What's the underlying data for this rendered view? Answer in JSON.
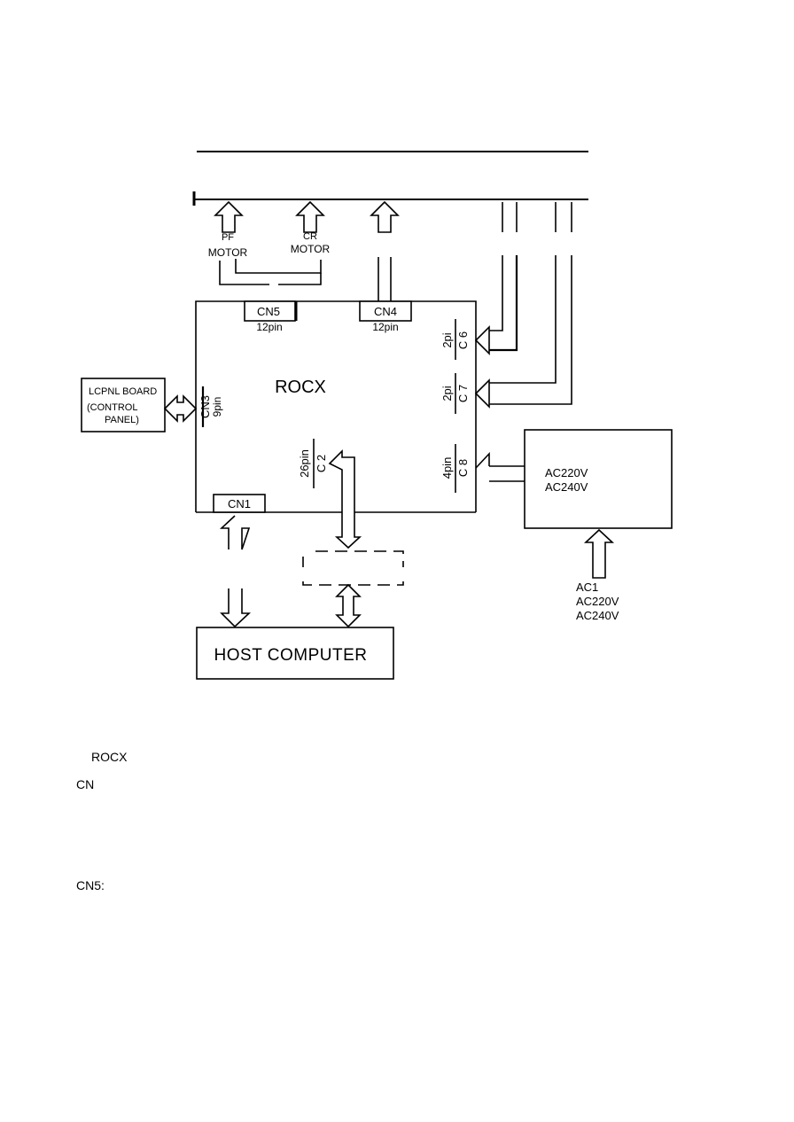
{
  "diagram": {
    "main_board": {
      "label": "ROCX"
    },
    "motors": {
      "pf": {
        "line1": "PF",
        "line2": "MOTOR"
      },
      "cr": {
        "line1": "CR",
        "line2": "MOTOR"
      }
    },
    "connectors": {
      "cn5": {
        "label": "CN5",
        "pins": "12pin"
      },
      "cn4": {
        "label": "CN4",
        "pins": "12pin"
      },
      "cn6": {
        "label": "C 6",
        "pins": "2pi"
      },
      "cn7": {
        "label": "C 7",
        "pins": "2pi"
      },
      "cn8": {
        "label": "C 8",
        "pins": "4pin"
      },
      "cn2": {
        "label": "C 2",
        "pins": "26pin"
      },
      "cn3": {
        "label": "CN3",
        "pins": "9pin"
      },
      "cn1": {
        "label": "CN1"
      }
    },
    "control_panel": {
      "line1": "LCPNL BOARD",
      "line2": "(CONTROL",
      "line3": "PANEL)"
    },
    "power_unit": {
      "line1": "AC220V",
      "line2": "AC240V"
    },
    "ac_input": {
      "line1": "AC1",
      "line2": "AC220V",
      "line3": "AC240V"
    },
    "host": {
      "label": "HOST COMPUTER"
    }
  },
  "footer": {
    "item1": "ROCX",
    "item2": "CN",
    "item3": "CN5:"
  }
}
